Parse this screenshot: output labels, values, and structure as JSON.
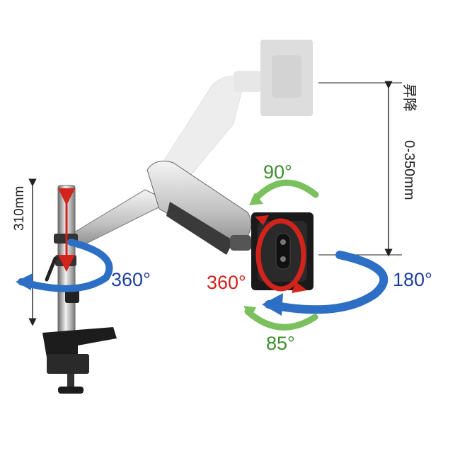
{
  "labels": {
    "pole_height": "310mm",
    "pole_rotation": "360°",
    "head_rotation": "360°",
    "tilt_up": "90°",
    "tilt_down": "85°",
    "swivel": "180°",
    "lift_title": "昇降",
    "lift_range": "0-350mm"
  },
  "colors": {
    "blue": "#1f5fbf",
    "red": "#d2231c",
    "green": "#4aa83a",
    "dark_text": "#222222"
  }
}
